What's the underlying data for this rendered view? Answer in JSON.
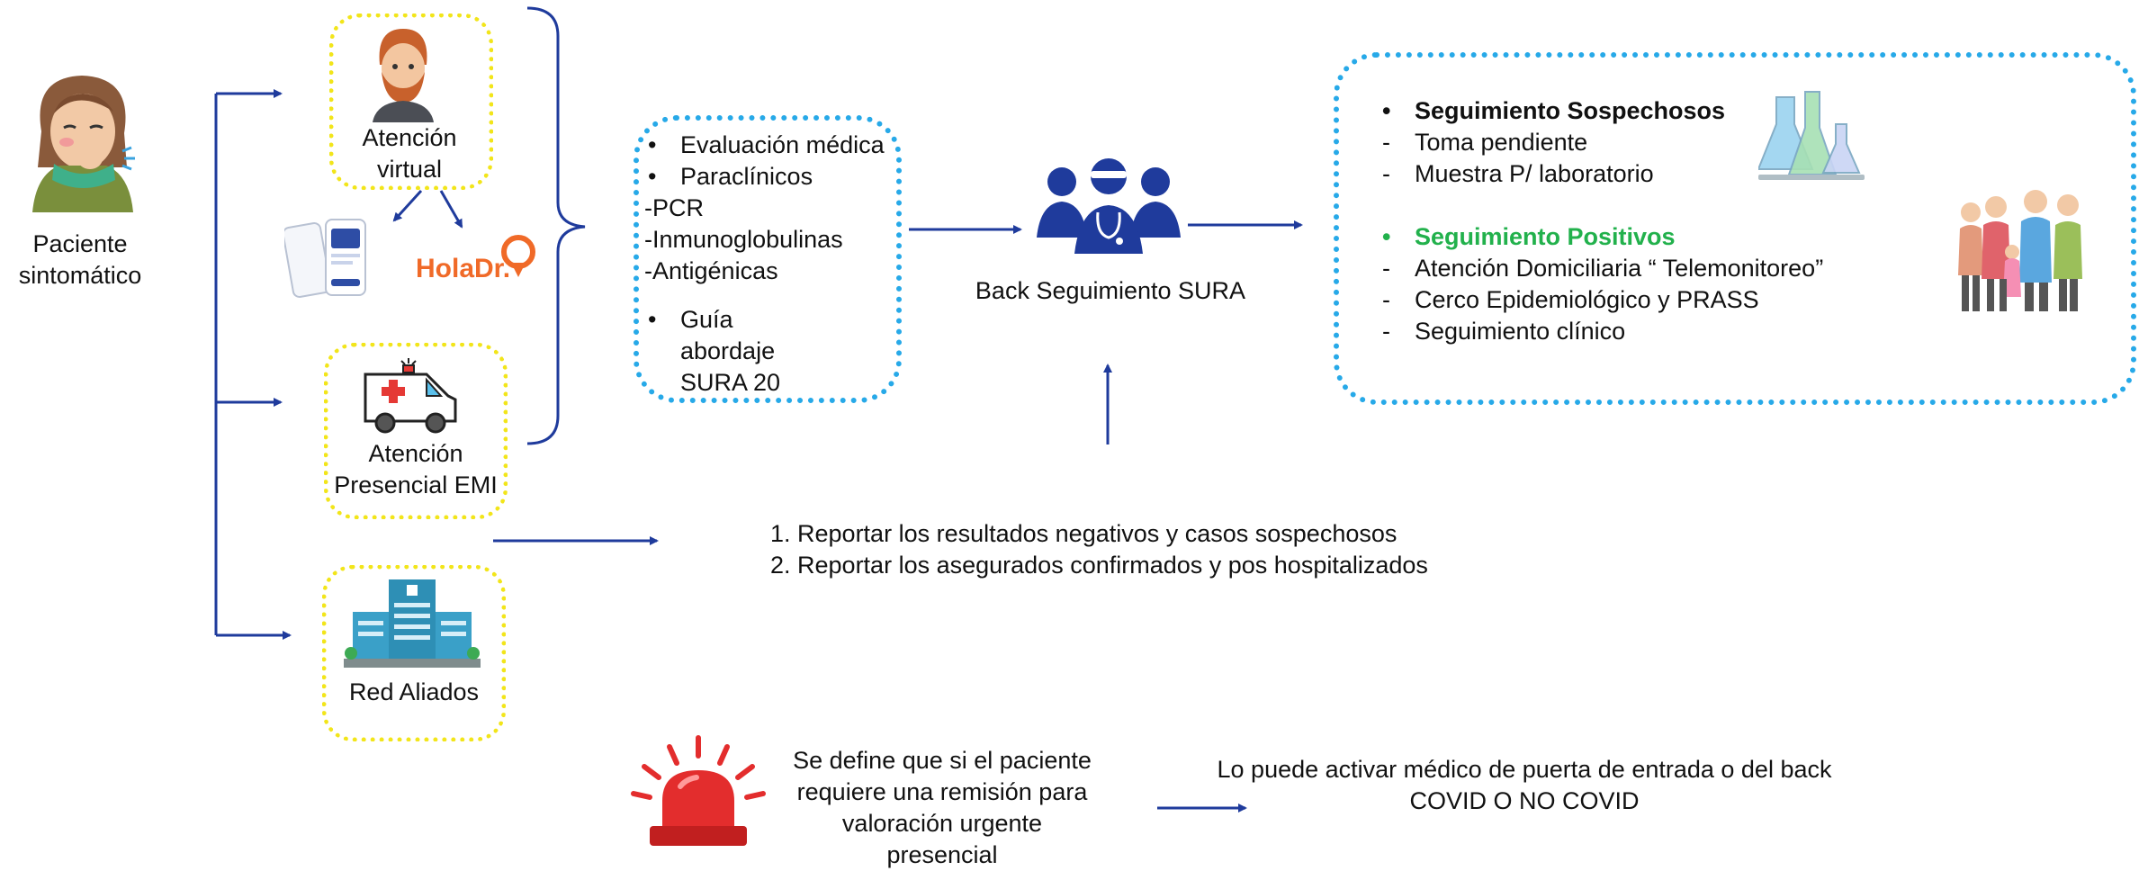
{
  "patient": {
    "label": "Paciente sintomático"
  },
  "channels": {
    "virtual": "Atención virtual",
    "presencial": "Atención Presencial EMI",
    "red": "Red Aliados",
    "holadr_logo": "HolaDr."
  },
  "evaluation": {
    "items": [
      "Evaluación médica",
      "Paraclínicos",
      "-PCR",
      "-Inmunoglobulinas",
      "-Antigénicas",
      "Guía abordaje SURA 20"
    ]
  },
  "back": {
    "label": "Back Seguimiento SURA"
  },
  "followup": {
    "suspects_title": "Seguimiento Sospechosos",
    "suspects_items": [
      "Toma pendiente",
      "Muestra P/ laboratorio"
    ],
    "positives_title": "Seguimiento Positivos",
    "positives_items": [
      "Atención Domiciliaria “ Telemonitoreo”",
      "Cerco Epidemiológico y PRASS",
      "Seguimiento clínico"
    ],
    "positives_color": "#22b14c"
  },
  "reports": {
    "item1": "1. Reportar los resultados negativos y casos sospechosos",
    "item2": "2.  Reportar los asegurados confirmados y pos hospitalizados"
  },
  "alert": {
    "text": "Se define que si el paciente requiere una remisión para valoración urgente presencial",
    "activation": "Lo puede activar médico de puerta de entrada o del back COVID O NO COVID"
  },
  "colors": {
    "arrow": "#1f3b9c",
    "yellow_border": "#f2e51a",
    "blue_border": "#27a9e8"
  }
}
